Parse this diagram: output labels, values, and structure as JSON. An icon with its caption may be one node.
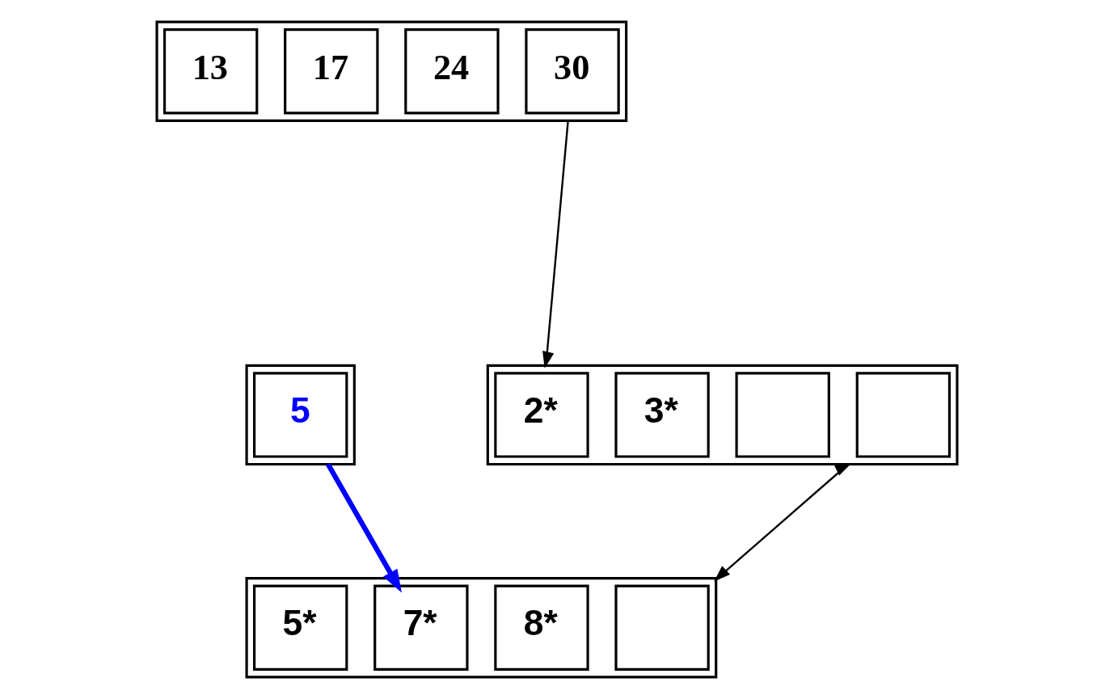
{
  "diagram": {
    "nodes": [
      {
        "text": [],
        "shape": "box"
      },
      {
        "text": [
          "13"
        ],
        "in": 0
      },
      {
        "text": [
          "17"
        ],
        "in": 0
      },
      {
        "text": [
          "24"
        ],
        "in": 0
      },
      {
        "text": [
          "30"
        ],
        "in": 0
      },
      {
        "text": [],
        "shape": "box"
      },
      {
        "text": [
          "5"
        ],
        "in": 5
      },
      {
        "text": [],
        "shape": "box"
      },
      {
        "text": [
          "2*"
        ],
        "in": 7
      },
      {
        "text": [
          "3*"
        ],
        "in": 7
      },
      {
        "text": [],
        "shape": "box",
        "in": 7
      },
      {
        "text": [],
        "shape": "box",
        "in": 7
      },
      {
        "text": [],
        "shape": "box"
      },
      {
        "text": [
          "5*"
        ],
        "in": 12
      },
      {
        "text": [
          "7*"
        ],
        "in": 12
      },
      {
        "text": [
          "8*"
        ],
        "in": 12
      },
      {
        "text": [],
        "shape": "box",
        "in": 12
      }
    ],
    "edges": [
      {
        "from": 0,
        "to": 7,
        "arrow": "to"
      },
      {
        "from": 7,
        "to": 12,
        "arrow": "both"
      },
      {
        "from": 5,
        "to": 14,
        "arrow": "to",
        "style": "thick",
        "color": "#0000ff"
      }
    ]
  }
}
